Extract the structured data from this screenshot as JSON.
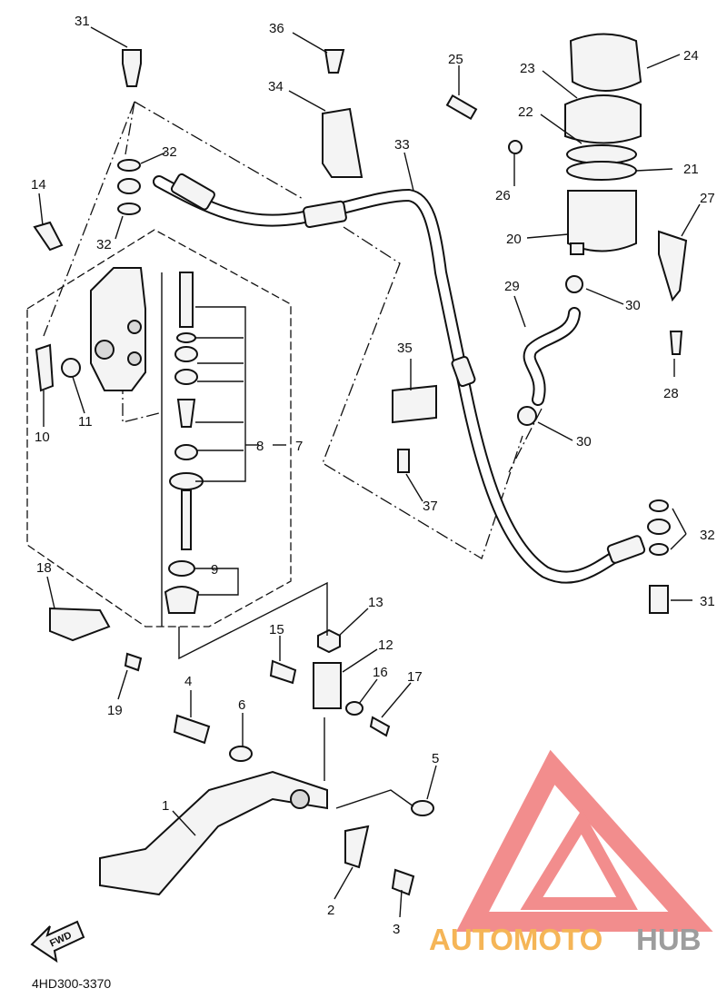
{
  "diagram_code": "4HD300-3370",
  "fwd_label": "FWD",
  "watermark": {
    "text_part1": "AUTOMOTO",
    "text_part2": "HUB",
    "color_primary": "#f4a93a",
    "color_secondary": "#f07a7a",
    "color_dark": "#9a9a9a"
  },
  "callouts": {
    "c1": "1",
    "c2": "2",
    "c3": "3",
    "c4": "4",
    "c5": "5",
    "c6": "6",
    "c7": "7",
    "c8": "8",
    "c9": "9",
    "c10": "10",
    "c11": "11",
    "c12": "12",
    "c13": "13",
    "c14": "14",
    "c15": "15",
    "c16": "16",
    "c17": "17",
    "c18": "18",
    "c19": "19",
    "c20": "20",
    "c21": "21",
    "c22": "22",
    "c23": "23",
    "c24": "24",
    "c25": "25",
    "c26": "26",
    "c27": "27",
    "c28": "28",
    "c29": "29",
    "c30a": "30",
    "c30b": "30",
    "c31a": "31",
    "c31b": "31",
    "c32a": "32",
    "c32b": "32",
    "c32c": "32",
    "c33": "33",
    "c34": "34",
    "c35": "35",
    "c36": "36",
    "c37": "37"
  }
}
